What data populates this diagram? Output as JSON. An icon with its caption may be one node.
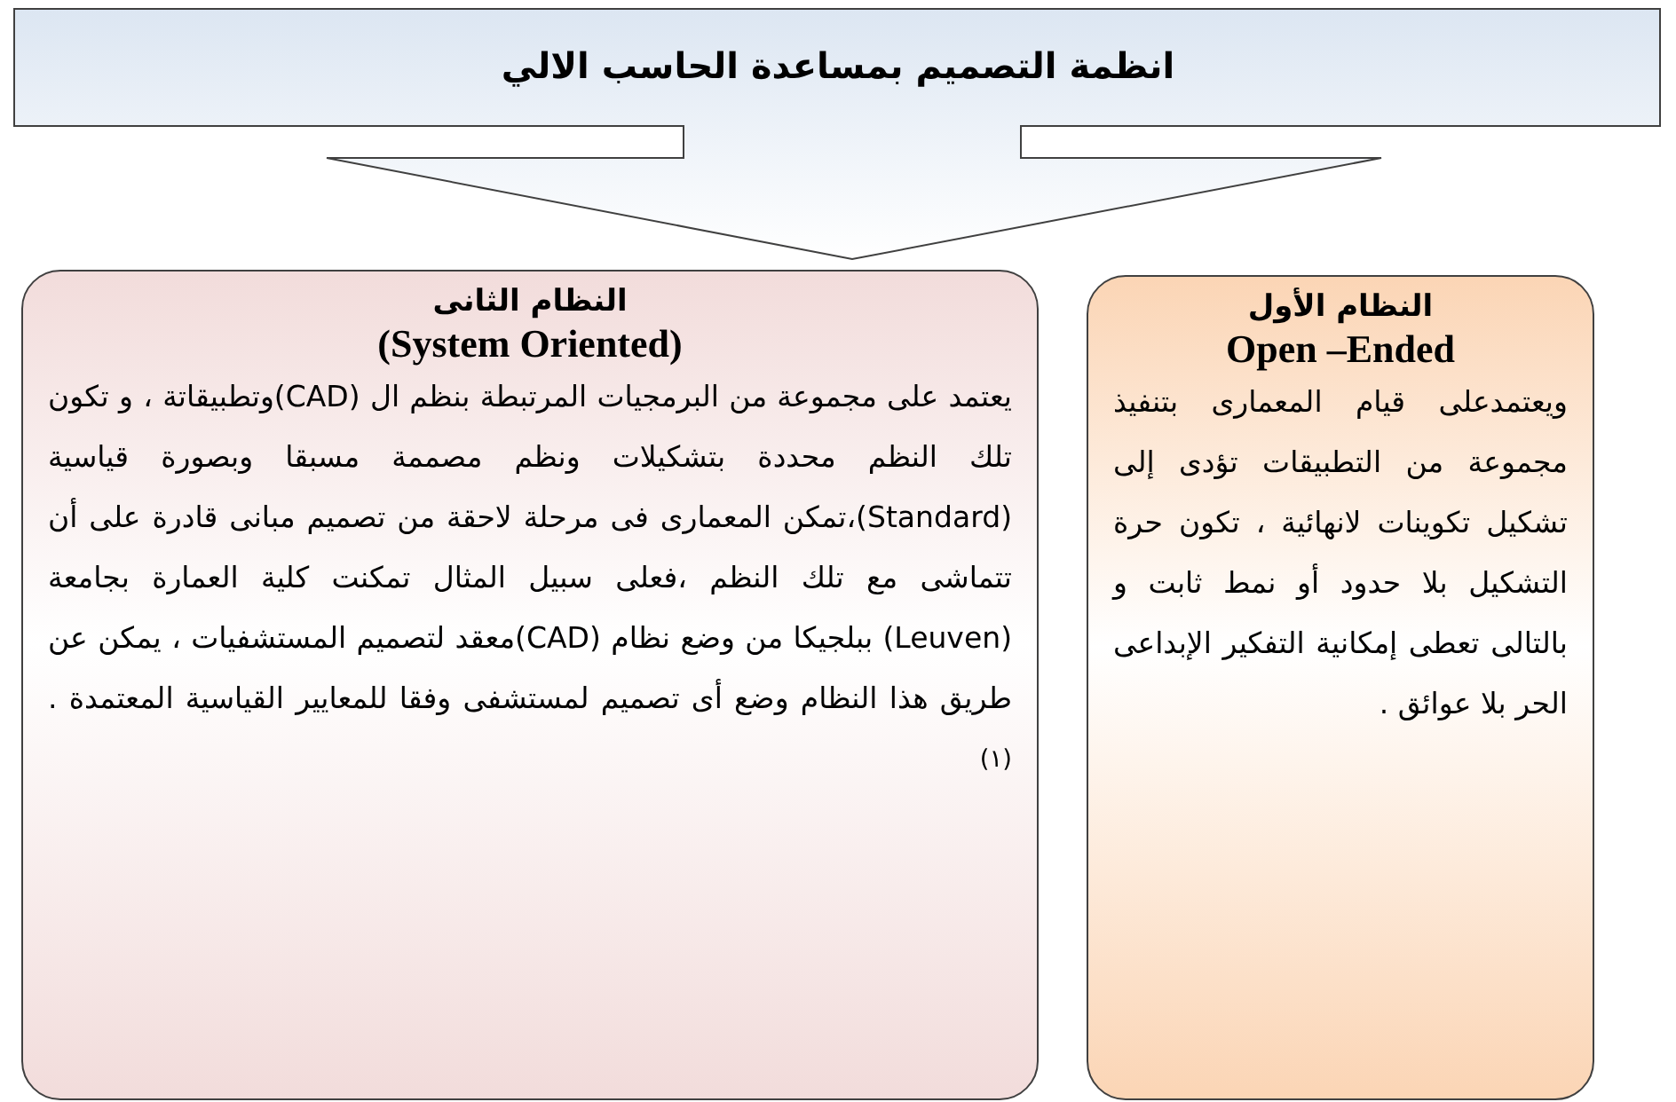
{
  "diagram": {
    "nodes": [
      {
        "text": [
          "انظمة التصميم بمساعدة الحاسب الالي"
        ]
      },
      {
        "text": [
          "النظام الأول",
          "Open –Ended",
          "ويعتمدعلى قيام المعمارى بتنفيذ مجموعة من التطبيقات تؤدى إلى تشكيل تكوينات لانهائية ، تكون حرة التشكيل بلا حدود أو نمط ثابت و بالتالى تعطى إمكانية التفكير الإبداعى الحر بلا عوائق ."
        ]
      },
      {
        "text": [
          "النظام الثانى",
          "(System Oriented)",
          "يعتمد على مجموعة من البرمجيات المرتبطة بنظم ال (CAD)وتطبيقاتة ، و تكون تلك النظم محددة بتشكيلات ونظم مصممة مسبقا وبصورة قياسية (Standard)،تمكن المعمارى فى مرحلة لاحقة من تصميم مبانى قادرة على أن تتماشى مع تلك النظم ،فعلى سبيل المثال تمكنت كلية العمارة بجامعة (Leuven) ببلجيكا من وضع نظام (CAD)معقد لتصميم المستشفيات ، يمكن عن طريق هذا النظام وضع أى تصميم لمستشفى وفقا للمعايير القياسية المعتمدة . $^{(١)}$"
        ]
      }
    ]
  }
}
